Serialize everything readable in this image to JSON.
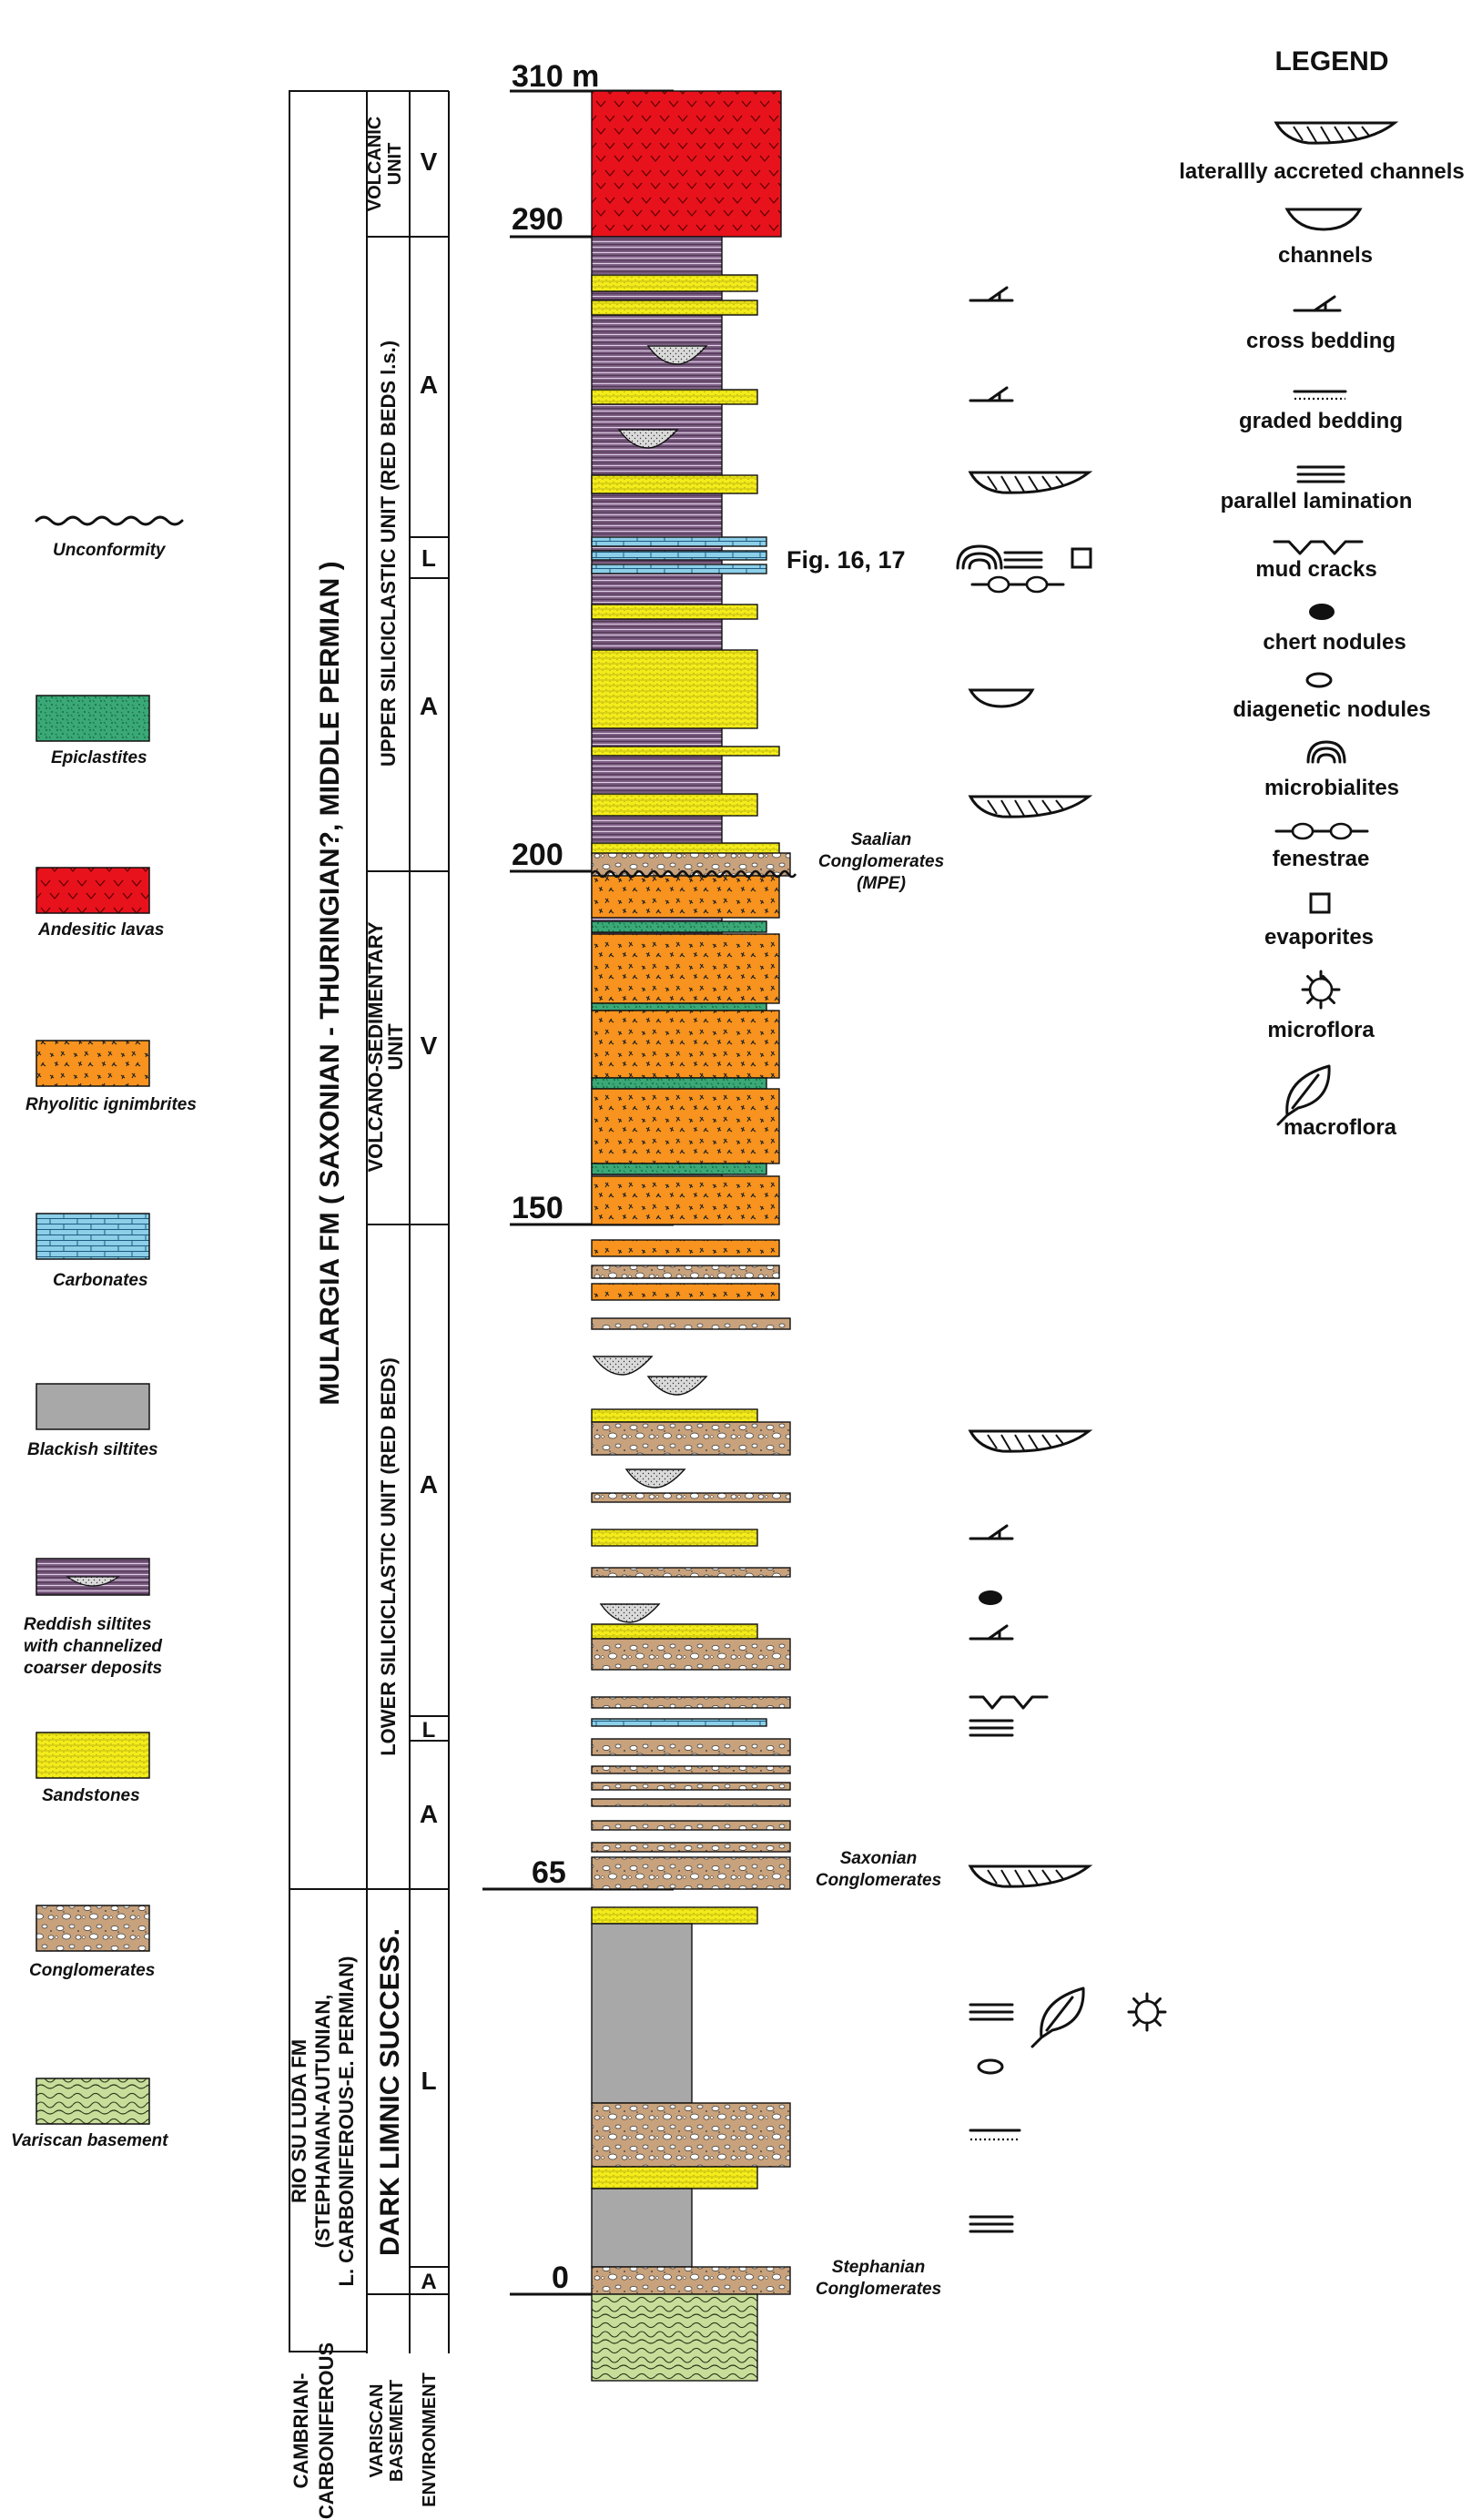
{
  "legend": {
    "title": "LEGEND",
    "items": [
      {
        "id": "lateral",
        "label": "laterallly accreted channels"
      },
      {
        "id": "channels",
        "label": "channels"
      },
      {
        "id": "cross",
        "label": "cross bedding"
      },
      {
        "id": "graded",
        "label": "graded bedding"
      },
      {
        "id": "parallel",
        "label": "parallel lamination"
      },
      {
        "id": "mud",
        "label": "mud cracks"
      },
      {
        "id": "chert",
        "label": "chert nodules"
      },
      {
        "id": "diag",
        "label": "diagenetic nodules"
      },
      {
        "id": "microb",
        "label": "microbialites"
      },
      {
        "id": "fen",
        "label": "fenestrae"
      },
      {
        "id": "evap",
        "label": "evaporites"
      },
      {
        "id": "microflora",
        "label": "microflora"
      },
      {
        "id": "macroflora",
        "label": "macroflora"
      }
    ]
  },
  "lithology_legend": [
    {
      "id": "unconformity",
      "lines": [
        "Unconformity"
      ]
    },
    {
      "id": "epiclastites",
      "lines": [
        "Epiclastites"
      ]
    },
    {
      "id": "andesitic",
      "lines": [
        "Andesitic lavas"
      ]
    },
    {
      "id": "rhyolitic",
      "lines": [
        "Rhyolitic ignimbrites"
      ]
    },
    {
      "id": "carbonates",
      "lines": [
        "Carbonates"
      ]
    },
    {
      "id": "blackish",
      "lines": [
        "Blackish siltites"
      ]
    },
    {
      "id": "reddish",
      "lines": [
        "Reddish siltites",
        "with channelized",
        "coarser deposits"
      ]
    },
    {
      "id": "sandstones",
      "lines": [
        "Sandstones"
      ]
    },
    {
      "id": "conglomerates",
      "lines": [
        "Conglomerates"
      ]
    },
    {
      "id": "variscan",
      "lines": [
        "Variscan basement"
      ]
    }
  ],
  "scale": {
    "unit_label": "310 m",
    "ticks": [
      "290",
      "200",
      "150",
      "65",
      "0"
    ]
  },
  "formations": {
    "mulargia": "MULARGIA FM  ( SAXONIAN - THURINGIAN?, MIDDLE PERMIAN )",
    "rio": [
      "RIO SU LUDA FM",
      "(STEPHANIAN-AUTUNIAN,",
      "L. CARBONIFEROUS-E. PERMIAN)"
    ],
    "cambrian": [
      "CAMBRIAN-",
      "CARBONIFEROUS"
    ]
  },
  "units": {
    "volcanic": [
      "VOLCANIC",
      "UNIT"
    ],
    "upper": "UPPER SILICICLASTIC UNIT  (RED BEDS l.s.)",
    "volcano_sed": [
      "VOLCANO-SEDIMENTARY",
      "UNIT"
    ],
    "lower": "LOWER SILICICLASTIC UNIT (RED BEDS)",
    "dark": "DARK  LIMNIC  SUCCESS.",
    "variscan": [
      "VARISCAN",
      "BASEMENT"
    ]
  },
  "environment": {
    "header": "ENVIRONMENT",
    "codes": [
      "V",
      "A",
      "L",
      "A",
      "V",
      "A",
      "L",
      "A",
      "L",
      "A"
    ]
  },
  "annotations": {
    "saalian": [
      "Saalian",
      "Conglomerates",
      "(MPE)"
    ],
    "saxonian": [
      "Saxonian",
      "Conglomerates"
    ],
    "stephanian": [
      "Stephanian",
      "Conglomerates"
    ],
    "fig": "Fig. 16, 17"
  },
  "colors": {
    "andesitic_red": "#e8121c",
    "rhyolitic_orange": "#f7931e",
    "epiclastite_green": "#3aa877",
    "carbonate_blue": "#8ccfe8",
    "siltite_purple": "#7a5a80",
    "blackish_gray": "#a8a8a8",
    "sandstone_yellow": "#f4ec1a",
    "conglomerate_tan": "#c8a27c",
    "variscan_green": "#c8dd9a"
  }
}
